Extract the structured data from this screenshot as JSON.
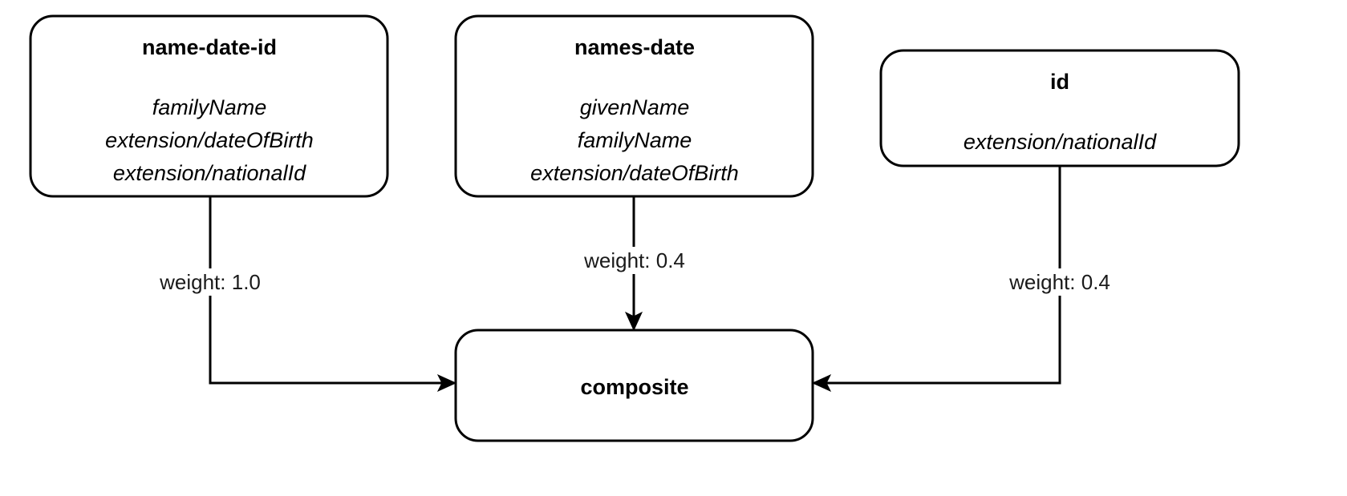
{
  "diagram": {
    "type": "flowchart",
    "background_color": "#ffffff",
    "stroke_color": "#000000",
    "nodes": [
      {
        "id": "name-date-id",
        "title": "name-date-id",
        "attributes": [
          "familyName",
          "extension/dateOfBirth",
          "extension/nationalId"
        ]
      },
      {
        "id": "names-date",
        "title": "names-date",
        "attributes": [
          "givenName",
          "familyName",
          "extension/dateOfBirth"
        ]
      },
      {
        "id": "id",
        "title": "id",
        "attributes": [
          "extension/nationalId"
        ]
      },
      {
        "id": "composite",
        "title": "composite",
        "attributes": []
      }
    ],
    "edges": [
      {
        "from": "name-date-id",
        "to": "composite",
        "label": "weight: 1.0",
        "weight": 1.0,
        "direction": "right"
      },
      {
        "from": "names-date",
        "to": "composite",
        "label": "weight: 0.4",
        "weight": 0.4,
        "direction": "down"
      },
      {
        "from": "id",
        "to": "composite",
        "label": "weight: 0.4",
        "weight": 0.4,
        "direction": "left"
      }
    ]
  }
}
